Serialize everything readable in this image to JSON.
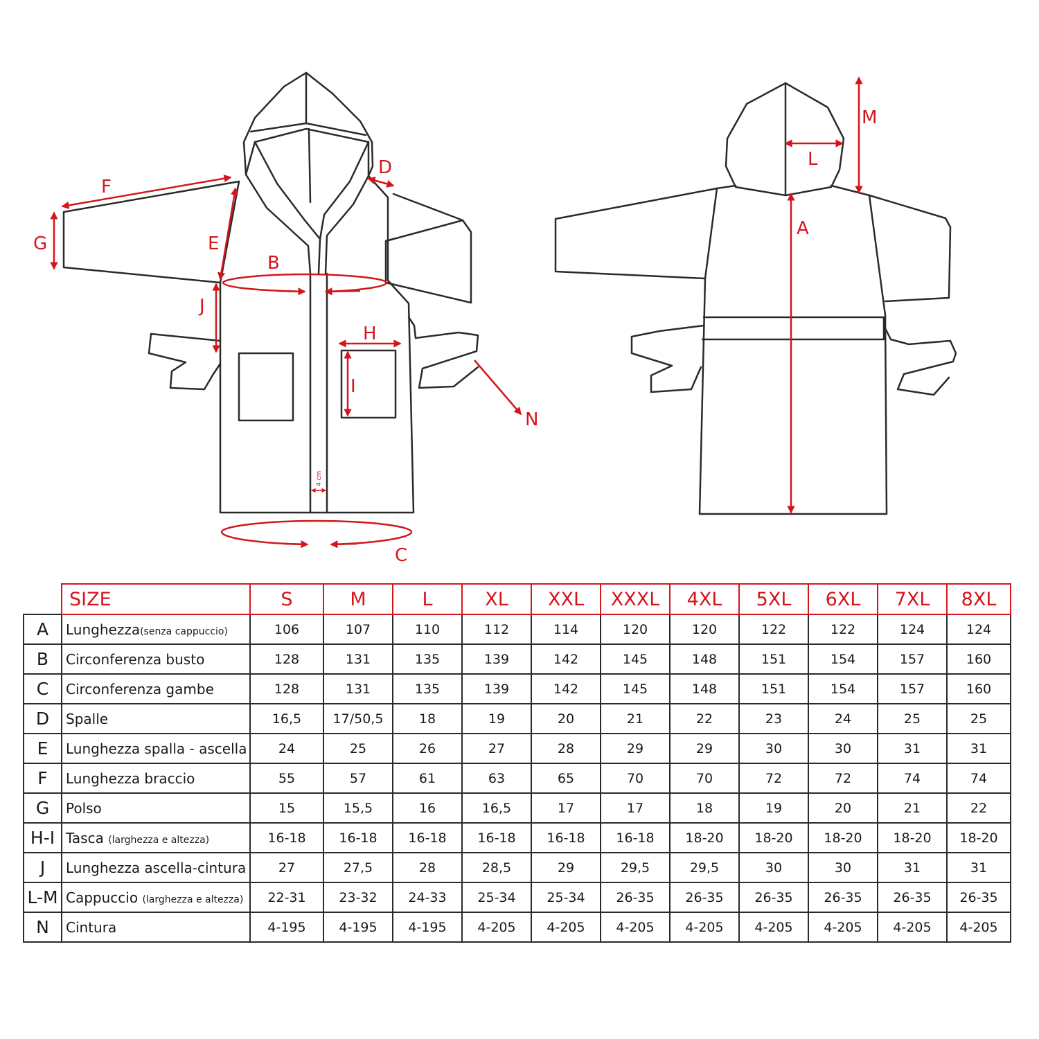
{
  "diagram": {
    "labels": {
      "A": "A",
      "B": "B",
      "C": "C",
      "D": "D",
      "E": "E",
      "F": "F",
      "G": "G",
      "H": "H",
      "I": "I",
      "J": "J",
      "L": "L",
      "M": "M",
      "N": "N",
      "placket": "4 cm"
    },
    "accent_color": "#d4161c",
    "line_color": "#2a2a2a"
  },
  "table": {
    "header_label": "SIZE",
    "sizes": [
      "S",
      "M",
      "L",
      "XL",
      "XXL",
      "XXXL",
      "4XL",
      "5XL",
      "6XL",
      "7XL",
      "8XL"
    ],
    "rows": [
      {
        "code": "A",
        "name": "Lunghezza",
        "note": "(senza cappuccio)",
        "values": [
          "106",
          "107",
          "110",
          "112",
          "114",
          "120",
          "120",
          "122",
          "122",
          "124",
          "124"
        ]
      },
      {
        "code": "B",
        "name": "Circonferenza busto",
        "note": "",
        "values": [
          "128",
          "131",
          "135",
          "139",
          "142",
          "145",
          "148",
          "151",
          "154",
          "157",
          "160"
        ]
      },
      {
        "code": "C",
        "name": "Circonferenza gambe",
        "note": "",
        "values": [
          "128",
          "131",
          "135",
          "139",
          "142",
          "145",
          "148",
          "151",
          "154",
          "157",
          "160"
        ]
      },
      {
        "code": "D",
        "name": "Spalle",
        "note": "",
        "values": [
          "16,5",
          "17/50,5",
          "18",
          "19",
          "20",
          "21",
          "22",
          "23",
          "24",
          "25",
          "25"
        ]
      },
      {
        "code": "E",
        "name": "Lunghezza spalla - ascella",
        "note": "",
        "values": [
          "24",
          "25",
          "26",
          "27",
          "28",
          "29",
          "29",
          "30",
          "30",
          "31",
          "31"
        ]
      },
      {
        "code": "F",
        "name": "Lunghezza braccio",
        "note": "",
        "values": [
          "55",
          "57",
          "61",
          "63",
          "65",
          "70",
          "70",
          "72",
          "72",
          "74",
          "74"
        ]
      },
      {
        "code": "G",
        "name": "Polso",
        "note": "",
        "values": [
          "15",
          "15,5",
          "16",
          "16,5",
          "17",
          "17",
          "18",
          "19",
          "20",
          "21",
          "22"
        ]
      },
      {
        "code": "H-I",
        "name": "Tasca",
        "note": "(larghezza e altezza)",
        "values": [
          "16-18",
          "16-18",
          "16-18",
          "16-18",
          "16-18",
          "16-18",
          "18-20",
          "18-20",
          "18-20",
          "18-20",
          "18-20"
        ]
      },
      {
        "code": "J",
        "name": "Lunghezza ascella-cintura",
        "note": "",
        "values": [
          "27",
          "27,5",
          "28",
          "28,5",
          "29",
          "29,5",
          "29,5",
          "30",
          "30",
          "31",
          "31"
        ]
      },
      {
        "code": "L-M",
        "name": "Cappuccio",
        "note": "(larghezza e altezza)",
        "values": [
          "22-31",
          "23-32",
          "24-33",
          "25-34",
          "25-34",
          "26-35",
          "26-35",
          "26-35",
          "26-35",
          "26-35",
          "26-35"
        ]
      },
      {
        "code": "N",
        "name": "Cintura",
        "note": "",
        "values": [
          "4-195",
          "4-195",
          "4-195",
          "4-205",
          "4-205",
          "4-205",
          "4-205",
          "4-205",
          "4-205",
          "4-205",
          "4-205"
        ]
      }
    ]
  }
}
